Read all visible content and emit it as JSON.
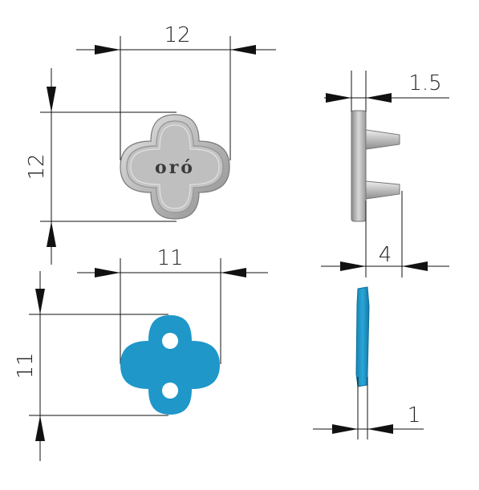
{
  "dimensions": {
    "top_width": "12",
    "top_height": "12",
    "thickness": "1.5",
    "pin_length": "4",
    "bottom_width": "11",
    "bottom_height": "11",
    "bottom_thickness": "1"
  },
  "logo": {
    "text": "oró"
  },
  "colors": {
    "metal": "#b8b8b8",
    "metal_dark": "#8c8c8c",
    "blue": "#1f97c9",
    "line": "#111111"
  }
}
